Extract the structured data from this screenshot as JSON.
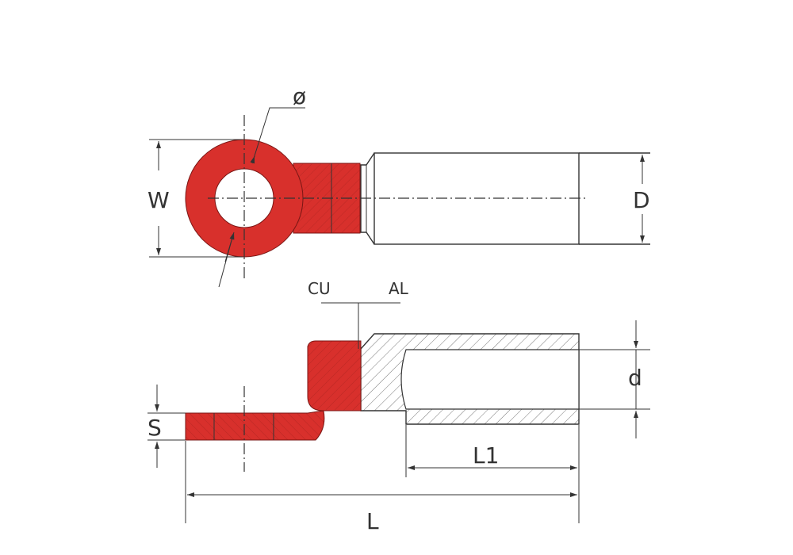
{
  "drawing": {
    "labels": {
      "phi": "ø",
      "W": "W",
      "D": "D",
      "CU": "CU",
      "AL": "AL",
      "d": "d",
      "S": "S",
      "L1": "L1",
      "L": "L"
    },
    "colors": {
      "copper": "#d8302c",
      "line": "#333333",
      "background": "#ffffff"
    }
  }
}
